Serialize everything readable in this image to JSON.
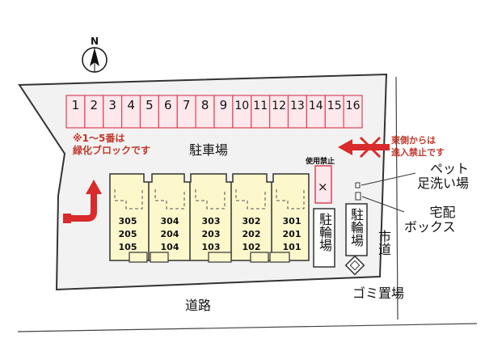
{
  "compass": {
    "letter": "N"
  },
  "parking": {
    "title": "駐車場",
    "spaces": [
      "1",
      "2",
      "3",
      "4",
      "5",
      "6",
      "7",
      "8",
      "9",
      "10",
      "11",
      "12",
      "13",
      "14",
      "15",
      "16"
    ],
    "note_line1": "※1～5番は",
    "note_line2": "緑化ブロックです"
  },
  "no_entry": {
    "line1": "東側からは",
    "line2": "進入禁止です"
  },
  "reserved": {
    "label": "使用禁止",
    "mark": "×"
  },
  "building": {
    "units": [
      {
        "floors": [
          "305",
          "205",
          "105"
        ]
      },
      {
        "floors": [
          "304",
          "204",
          "104"
        ]
      },
      {
        "floors": [
          "303",
          "203",
          "103"
        ]
      },
      {
        "floors": [
          "302",
          "202",
          "102"
        ]
      },
      {
        "floors": [
          "301",
          "201",
          "101"
        ]
      }
    ]
  },
  "bike_parking": {
    "label": "駐輪場"
  },
  "bike_parking_east": {
    "label": "駐輪場"
  },
  "pet_wash": {
    "line1": "ペット",
    "line2": "足洗い場"
  },
  "delivery_box": {
    "line1": "宅配",
    "line2": "ボックス"
  },
  "garbage": {
    "label": "ゴミ置場"
  },
  "roads": {
    "city_road": "市道",
    "road": "道路"
  },
  "colors": {
    "parking_space_fill": "#fde8ec",
    "parking_space_stroke": "#d9455c",
    "building_fill": "#fcf8cc",
    "accent_red": "#c0392b",
    "lot_fill": "#f2f2f2"
  }
}
